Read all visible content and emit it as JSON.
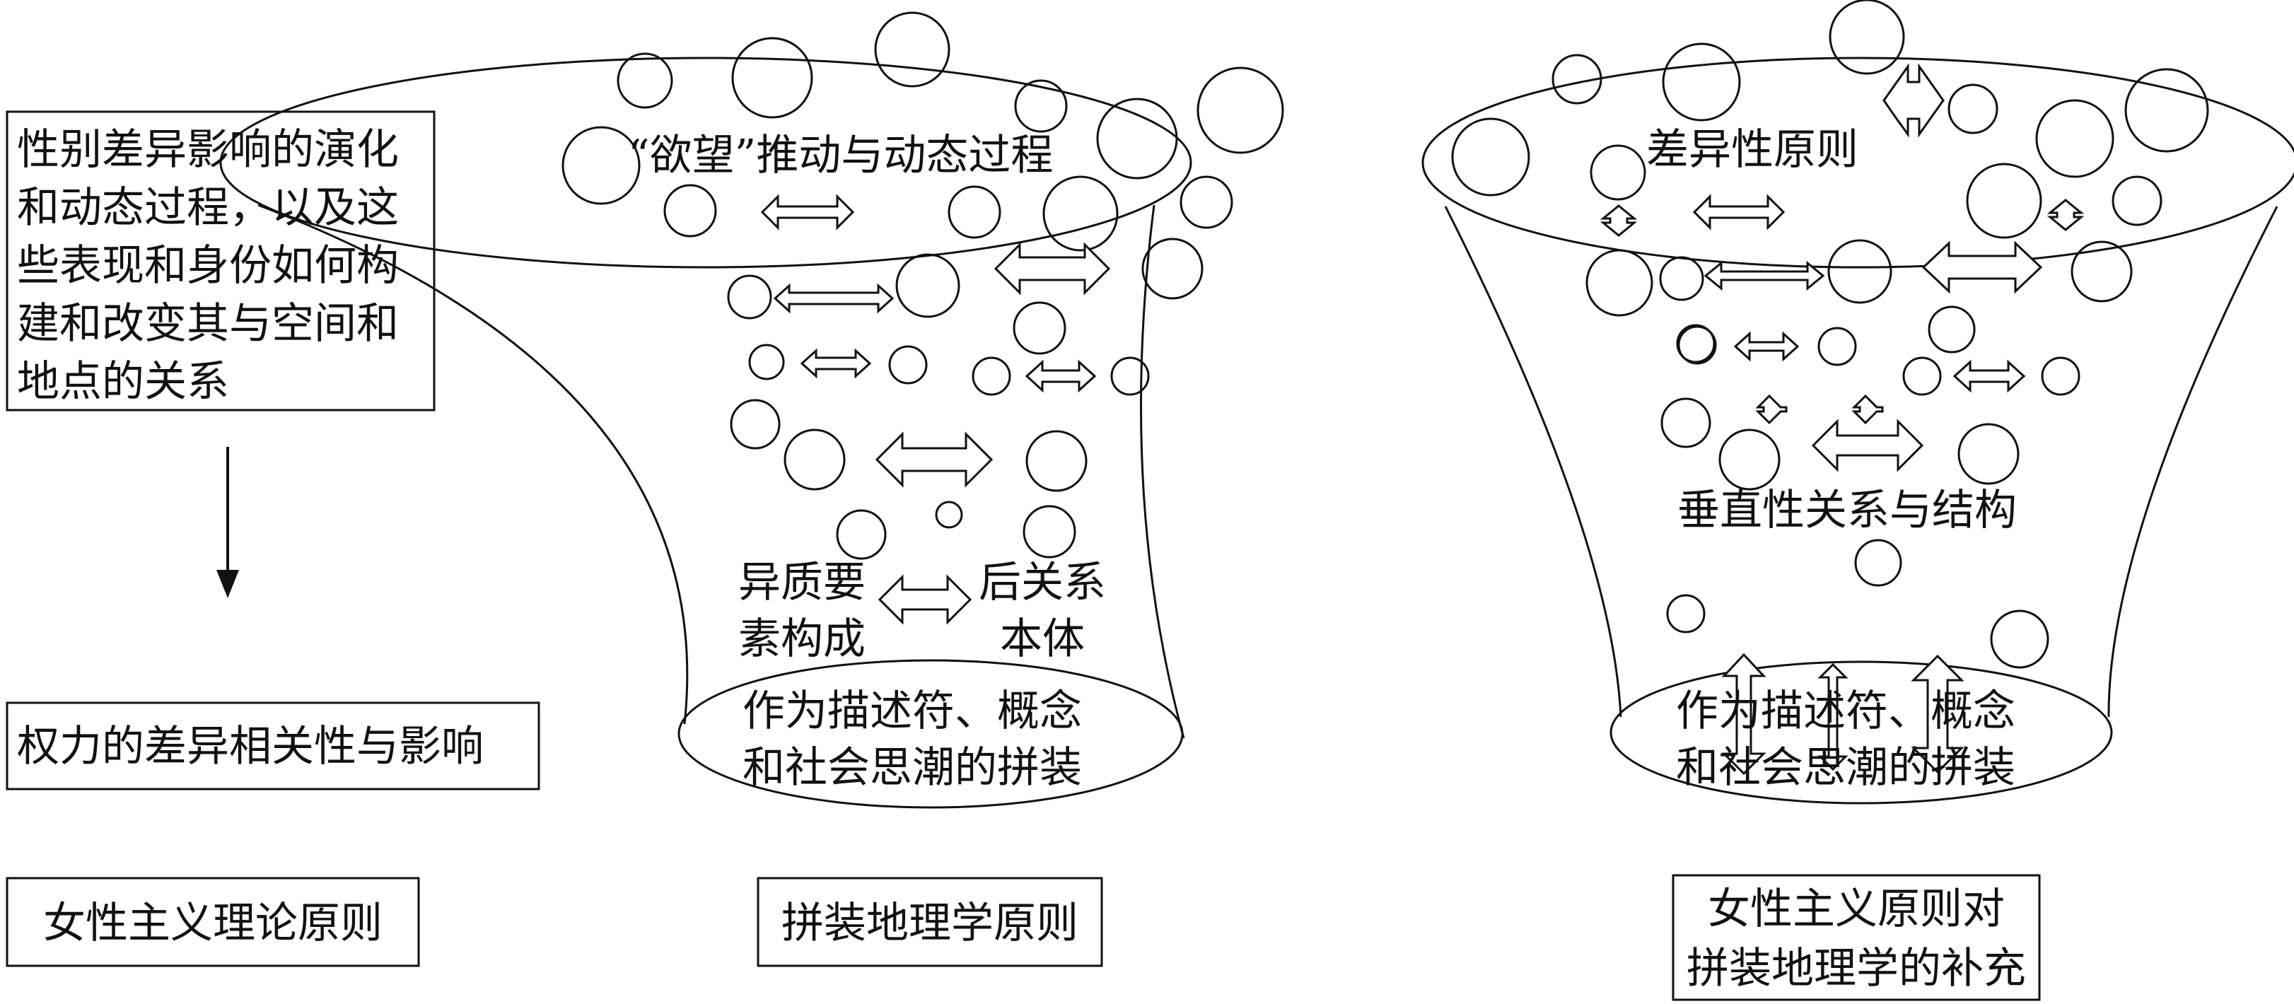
{
  "left_panel": {
    "top_box_lines": [
      "性别差异影响的演化",
      "和动态过程，以及这",
      "些表现和身份如何构",
      "建和改变其与空间和",
      "地点的关系"
    ],
    "middle_box": "权力的差异相关性与影响",
    "caption": "女性主义理论原则"
  },
  "middle_panel": {
    "top_label": "“欲望”推动与动态过程",
    "left_label_lines": [
      "异质要",
      "素构成"
    ],
    "right_label_lines": [
      "后关系",
      "本体"
    ],
    "bottom_label_lines": [
      "作为描述符、概念",
      "和社会思潮的拼装"
    ],
    "caption": "拼装地理学原则"
  },
  "right_panel": {
    "top_label": "差异性原则",
    "middle_label": "垂直性关系与结构",
    "bottom_label_lines": [
      "作为描述符、概念",
      "和社会思潮的拼装"
    ],
    "caption_lines": [
      "女性主义原则对",
      "拼装地理学的补充"
    ]
  }
}
